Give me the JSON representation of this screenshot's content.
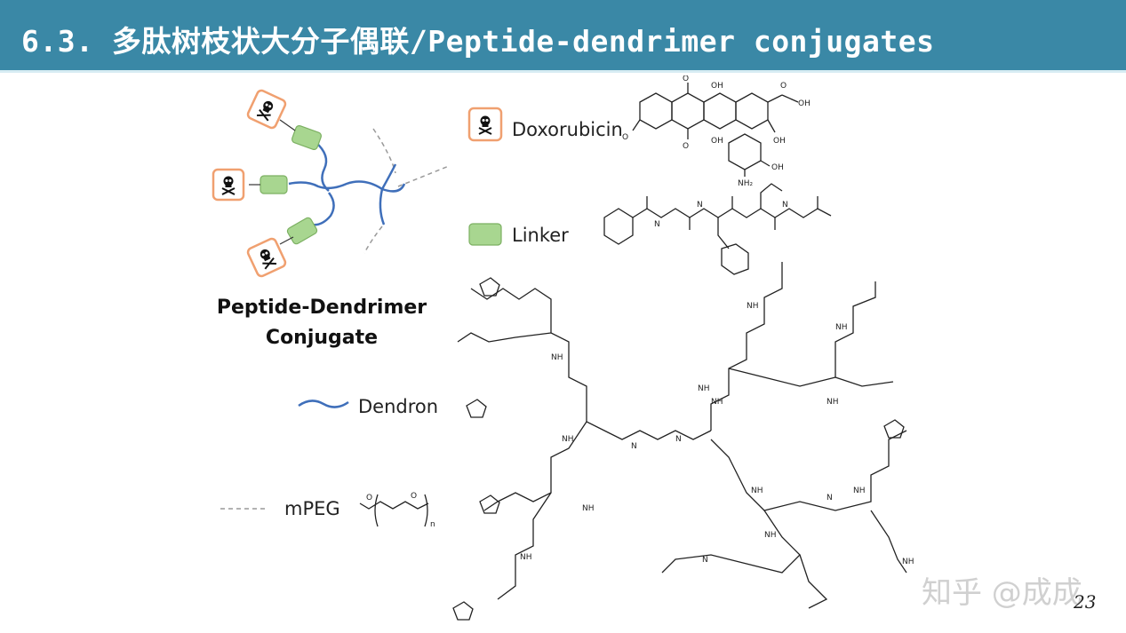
{
  "header": {
    "title": "6.3. 多肽树枝状大分子偶联/Peptide-dendrimer conjugates"
  },
  "conjugate": {
    "label_line1": "Peptide-Dendrimer",
    "label_line2": "Conjugate"
  },
  "legend": [
    {
      "label": "Doxorubicin",
      "icon": "skull-crossbones-icon",
      "color": "#f0a070"
    },
    {
      "label": "Linker",
      "icon": "green-rectangle-icon",
      "color": "#a8d690"
    },
    {
      "label": "Dendron",
      "icon": "blue-wave-icon",
      "color": "#3f6fba"
    },
    {
      "label": "mPEG",
      "icon": "dashed-line-icon",
      "color": "#999999"
    }
  ],
  "chem_labels": {
    "oh": "OH",
    "o": "O",
    "nh": "NH",
    "n": "N",
    "nh2": "NH₂",
    "n_sub": "n"
  },
  "footer": {
    "watermark": "知乎 @成成",
    "page_number": "23"
  }
}
